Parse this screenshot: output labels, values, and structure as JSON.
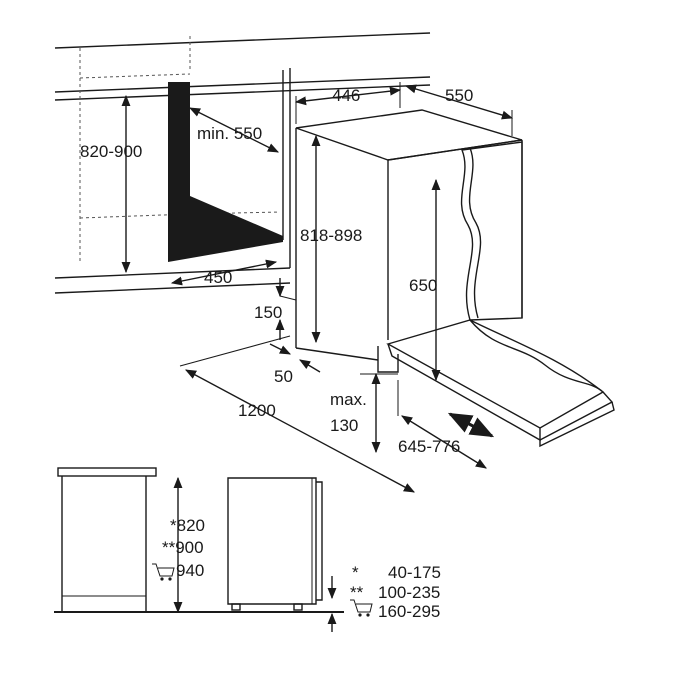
{
  "top_view": {
    "niche_height": "820-900",
    "niche_depth": "min. 550",
    "niche_width": "450",
    "appliance_width": "446",
    "appliance_depth": "550",
    "appliance_height": "818-898",
    "door_height": "650",
    "plinth_height": "150",
    "plinth_depth": "50",
    "plinth_max_label": "max.",
    "plinth_max_value": "130",
    "total_depth": "1200",
    "door_open_depth": "645-776"
  },
  "bottom_view": {
    "height_line_1": "*820",
    "height_line_2": "**900",
    "height_line_3": "940",
    "legend": [
      {
        "marker": "*",
        "value": "40-175"
      },
      {
        "marker": "**",
        "value": "100-235"
      },
      {
        "marker": "cart-icon",
        "value": "160-295"
      }
    ]
  }
}
